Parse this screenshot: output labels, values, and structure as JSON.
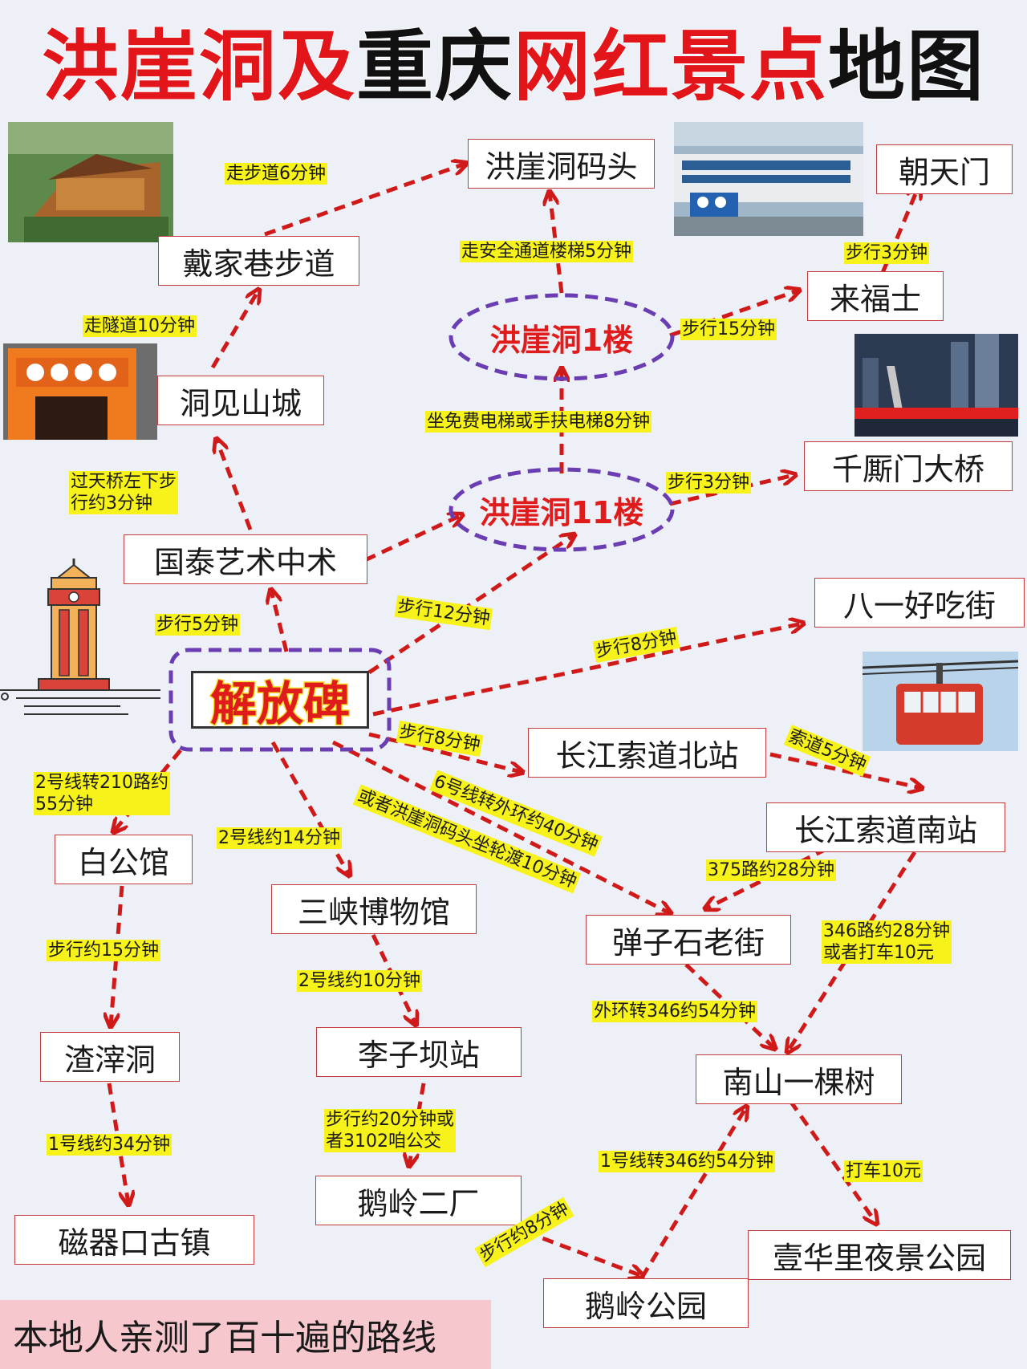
{
  "title": {
    "part1": "洪崖洞及",
    "part2": "重庆",
    "part3": "网红景点",
    "part4": "地图"
  },
  "colors": {
    "accent_red": "#e01b1b",
    "arrow_red": "#d01a1a",
    "oval_purple": "#6a3db3",
    "label_bg": "#f7f21a",
    "footer_bg": "#f7c7ce"
  },
  "nodes": {
    "honggudong_pier": "洪崖洞码头",
    "chaotianmen": "朝天门",
    "daijiaxiang": "戴家巷步道",
    "laifushi": "来福士",
    "hongyadong_1f": "洪崖洞1楼",
    "dongjian_shancheng": "洞见山城",
    "qiansimen": "千厮门大桥",
    "hongyadong_11f": "洪崖洞11楼",
    "guotai": "国泰艺术中术",
    "bayi": "八一好吃街",
    "jiefangbei": "解放碑",
    "cableway_north": "长江索道北站",
    "cableway_south": "长江索道南站",
    "baigongguan": "白公馆",
    "sanxia_museum": "三峡博物馆",
    "danzishi": "弹子石老街",
    "zhazidong": "渣滓洞",
    "liziba": "李子坝站",
    "nanshan": "南山一棵树",
    "eling_2": "鹅岭二厂",
    "yihuali": "壹华里夜景公园",
    "ciqikou": "磁器口古镇",
    "eling_park": "鹅岭公园"
  },
  "routes": {
    "dai_to_pier": "走步道6分钟",
    "stairs_to_pier": "走安全通道楼梯5分钟",
    "to_chaotianmen": "步行3分钟",
    "tunnel_to_dai": "走隧道10分钟",
    "f1_to_laifushi": "步行15分钟",
    "elevator": "坐免费电梯或手扶电梯8分钟",
    "bridge_walk": "过天桥左下步\n行约3分钟",
    "to_qiansimen": "步行3分钟",
    "to_guotai": "步行5分钟",
    "to_f11": "步行12分钟",
    "to_bayi": "步行8分钟",
    "to_cable_north": "步行8分钟",
    "cableway": "索道5分钟",
    "to_baigongguan": "2号线转210路约\n55分钟",
    "to_sanxia": "2号线约14分钟",
    "line6_ferry_1": "6号线转外环约40分钟",
    "line6_ferry_2": "或者洪崖洞码头坐轮渡10分钟",
    "bus375": "375路约28分钟",
    "bus346": "346路约28分钟\n或者打车10元",
    "to_zhazidong": "步行约15分钟",
    "to_liziba": "2号线约10分钟",
    "outer_ring": "外环转346约54分钟",
    "to_ciqikou": "1号线约34分钟",
    "walk20": "步行约20分钟或\n者3102咱公交",
    "line1_346": "1号线转346约54分钟",
    "taxi10": "打车10元",
    "walk8_eling": "步行约8分钟"
  },
  "footer": "本地人亲测了百十遍的路线"
}
